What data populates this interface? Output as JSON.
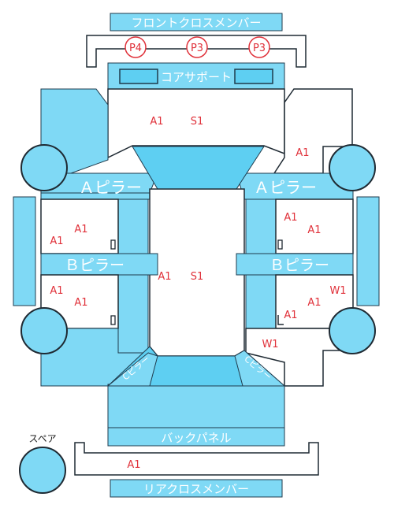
{
  "parts": {
    "front_cross_member": "フロントクロスメンバー",
    "core_support": "コアサポート",
    "a_pillar_left": "Ａピラー",
    "a_pillar_right": "Ａピラー",
    "b_pillar_left": "Ｂピラー",
    "b_pillar_right": "Ｂピラー",
    "back_panel": "バックパネル",
    "rear_cross_member": "リアクロスメンバー",
    "spare": "スペア",
    "c_pillar_left": "Cピラー",
    "c_pillar_right": "Cピラー"
  },
  "badges": [
    "P4",
    "P3",
    "P3"
  ],
  "codes": {
    "hood_a": "A1",
    "hood_s": "S1",
    "front_right": "A1",
    "roof_a": "A1",
    "roof_s": "S1",
    "fl_door_a1": "A1",
    "fl_door_a2": "A1",
    "rl_door_a1": "A1",
    "rl_door_a2": "A1",
    "fr_door_a1": "A1",
    "fr_door_a2": "A1",
    "rr_door_w": "W1",
    "rr_door_a1": "A1",
    "rr_door_a2": "A1",
    "rear_quarter_w": "W1",
    "rear_member_a": "A1"
  }
}
